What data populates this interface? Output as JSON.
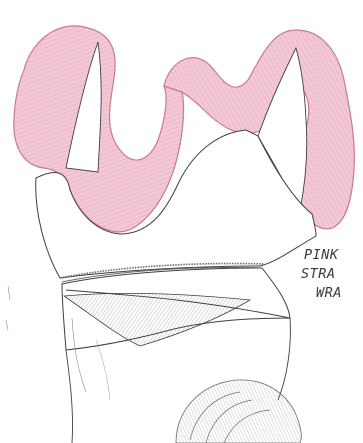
{
  "caption": {
    "line1": "PINK",
    "line2": "STRA",
    "line3": "WRA"
  },
  "colors": {
    "ruffle_fill": "#f3c8d4",
    "ruffle_stroke": "#c9798f",
    "pencil": "#3f3f3f",
    "shading": "#9a9a9a",
    "paper": "#ffffff"
  }
}
